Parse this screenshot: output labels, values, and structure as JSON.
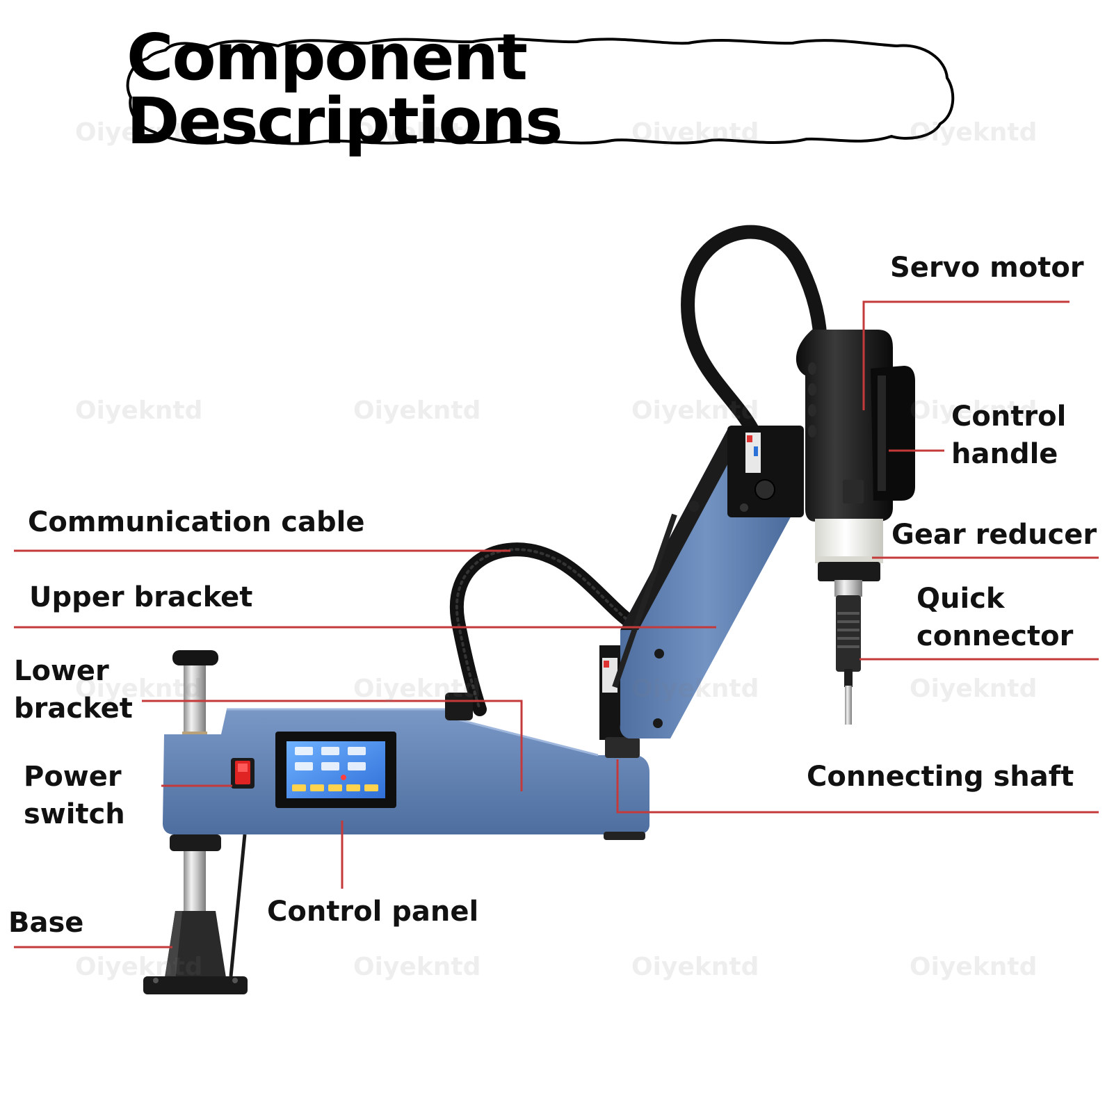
{
  "title": "Component Descriptions",
  "watermark": "Oiyekntd",
  "colors": {
    "leader_line": "#c43a3a",
    "machine_blue": "#5b7fb3",
    "machine_dark": "#1a1a1a",
    "text": "#111111"
  },
  "labels": {
    "servo_motor": "Servo motor",
    "control_handle_line1": "Control",
    "control_handle_line2": "handle",
    "communication_cable": "Communication cable",
    "gear_reducer": "Gear reducer",
    "upper_bracket": "Upper bracket",
    "quick_connector_line1": "Quick",
    "quick_connector_line2": "connector",
    "lower_bracket_line1": "Lower",
    "lower_bracket_line2": "bracket",
    "power_switch_line1": "Power",
    "power_switch_line2": "switch",
    "connecting_shaft": "Connecting shaft",
    "control_panel": "Control panel",
    "base": "Base"
  }
}
